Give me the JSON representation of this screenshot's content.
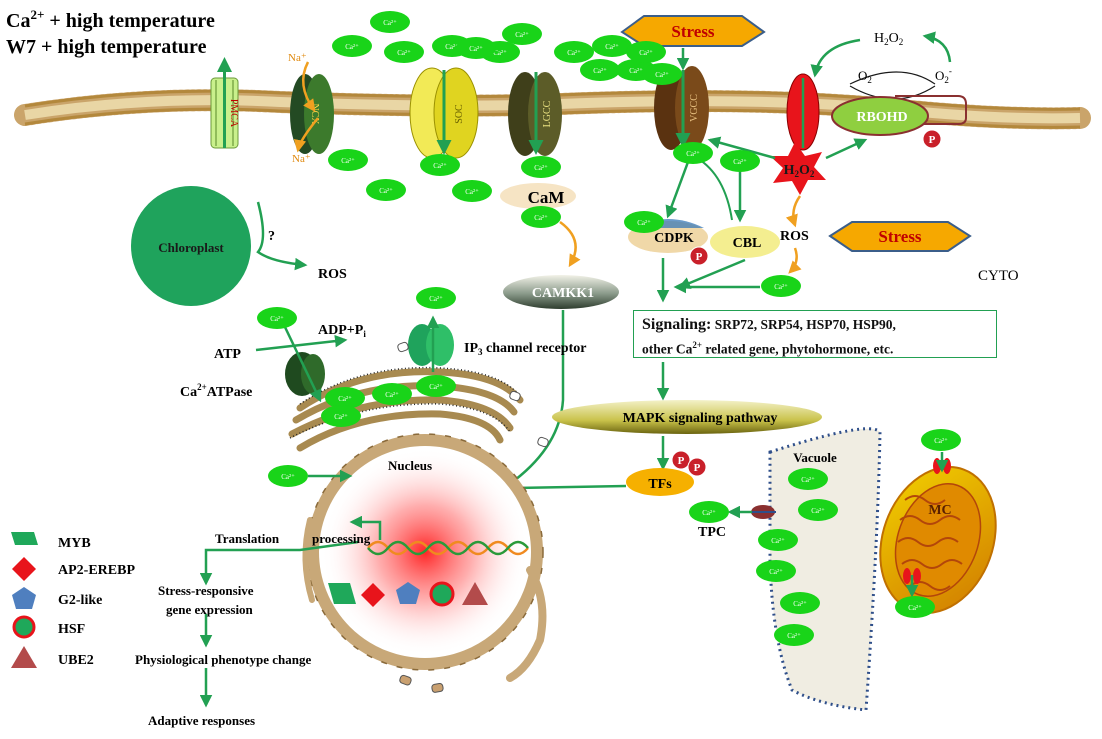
{
  "title": {
    "line1_a": "Ca",
    "line1_sup": "2+",
    "line1_b": " + high temperature",
    "line2": "W7 + high temperature"
  },
  "ion_label": "Ca²⁺",
  "channels": {
    "pmca": "PMCA",
    "ncx": "NCX",
    "soc": "SOC",
    "lgcc": "LGCC",
    "vgcc": "VGCC"
  },
  "sodium": "Na⁺",
  "stress_top": "Stress",
  "stress_right": "Stress",
  "h2o2_top": {
    "a": "H",
    "sub1": "2",
    "b": "O",
    "sub2": "2"
  },
  "o2_left": {
    "a": "O",
    "sub": "2"
  },
  "o2_right": {
    "a": "O",
    "sub": "2",
    "sup": "-"
  },
  "rbohd": "RBOHD",
  "phospho": "P",
  "h2o2_star": {
    "a": "H",
    "sub1": "2",
    "b": "O",
    "sub2": "2"
  },
  "cam": "CaM",
  "camkk1": "CAMKK1",
  "cdpk": "CDPK",
  "cbl": "CBL",
  "ros_right": "ROS",
  "cyto": "CYTO",
  "chloroplast": "Chloroplast",
  "question": "?",
  "ros_left": "ROS",
  "atp": "ATP",
  "adp": {
    "a": "ADP+P",
    "sub": "i"
  },
  "ca_atpase": {
    "a": "Ca",
    "sup": "2+",
    "b": "ATPase"
  },
  "ip3": {
    "a": "IP",
    "sub": "3",
    "b": " channel receptor"
  },
  "signaling": {
    "head": "Signaling:",
    "line1": " SRP72, SRP54, HSP70, HSP90,",
    "line2_a": "other Ca",
    "line2_sup": "2+",
    "line2_b": " related gene, phytohormone,  etc."
  },
  "mapk": "MAPK signaling pathway",
  "tfs": "TFs",
  "tpc": "TPC",
  "vacuole": "Vacuole",
  "mc": "MC",
  "nucleus": "Nucleus",
  "translation": "Translation",
  "processing": "processing",
  "stress_gene": {
    "line1": "Stress-responsive",
    "line2": "gene expression"
  },
  "physio": "Physiological phenotype change",
  "adaptive": "Adaptive responses",
  "legend": [
    {
      "label": "MYB",
      "shape": "parallelogram",
      "color": "#1fa85a"
    },
    {
      "label": "AP2-EREBP",
      "shape": "diamond",
      "color": "#e8141b"
    },
    {
      "label": "G2-like",
      "shape": "pentagon",
      "color": "#4f7fbf"
    },
    {
      "label": "HSF",
      "shape": "circle-ring",
      "color": "#1fa85a"
    },
    {
      "label": "UBE2",
      "shape": "triangle",
      "color": "#b34b4b"
    }
  ],
  "colors": {
    "green": "#22a052",
    "ion_green": "#19d419",
    "stress_fill": "#f6a800",
    "stress_text": "#c00000",
    "red": "#e8141b"
  }
}
